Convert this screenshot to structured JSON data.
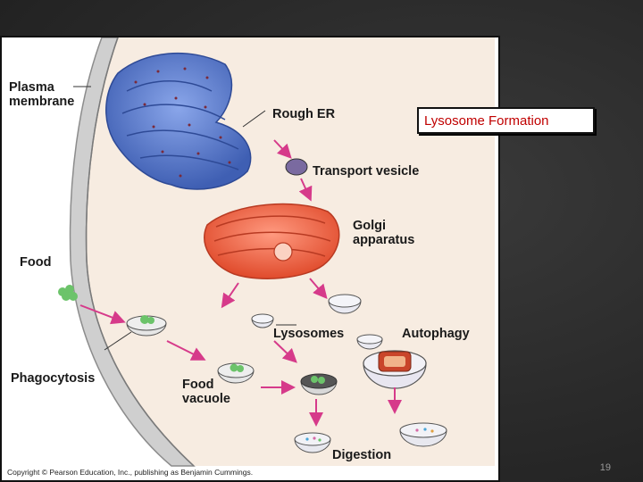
{
  "slide": {
    "title": "Lysosome Formation",
    "page_number": "19"
  },
  "diagram": {
    "labels": {
      "plasma_membrane": [
        "Plasma",
        "membrane"
      ],
      "rough_er": "Rough ER",
      "transport_vesicle": "Transport vesicle",
      "golgi": [
        "Golgi",
        "apparatus"
      ],
      "food": "Food",
      "lysosomes": "Lysosomes",
      "autophagy": "Autophagy",
      "phagocytosis": "Phagocytosis",
      "food_vacuole": [
        "Food",
        "vacuole"
      ],
      "digestion": "Digestion"
    },
    "copyright": "Copyright © Pearson Education, Inc., publishing as Benjamin Cummings."
  },
  "colors": {
    "cytoplasm": "#f7ece1",
    "membrane": "#cfcfcf",
    "er": "#5b7fcf",
    "golgi": "#f06a4a",
    "arrow": "#d63a8a",
    "food": "#6cc36a",
    "title_text": "#c00000"
  }
}
